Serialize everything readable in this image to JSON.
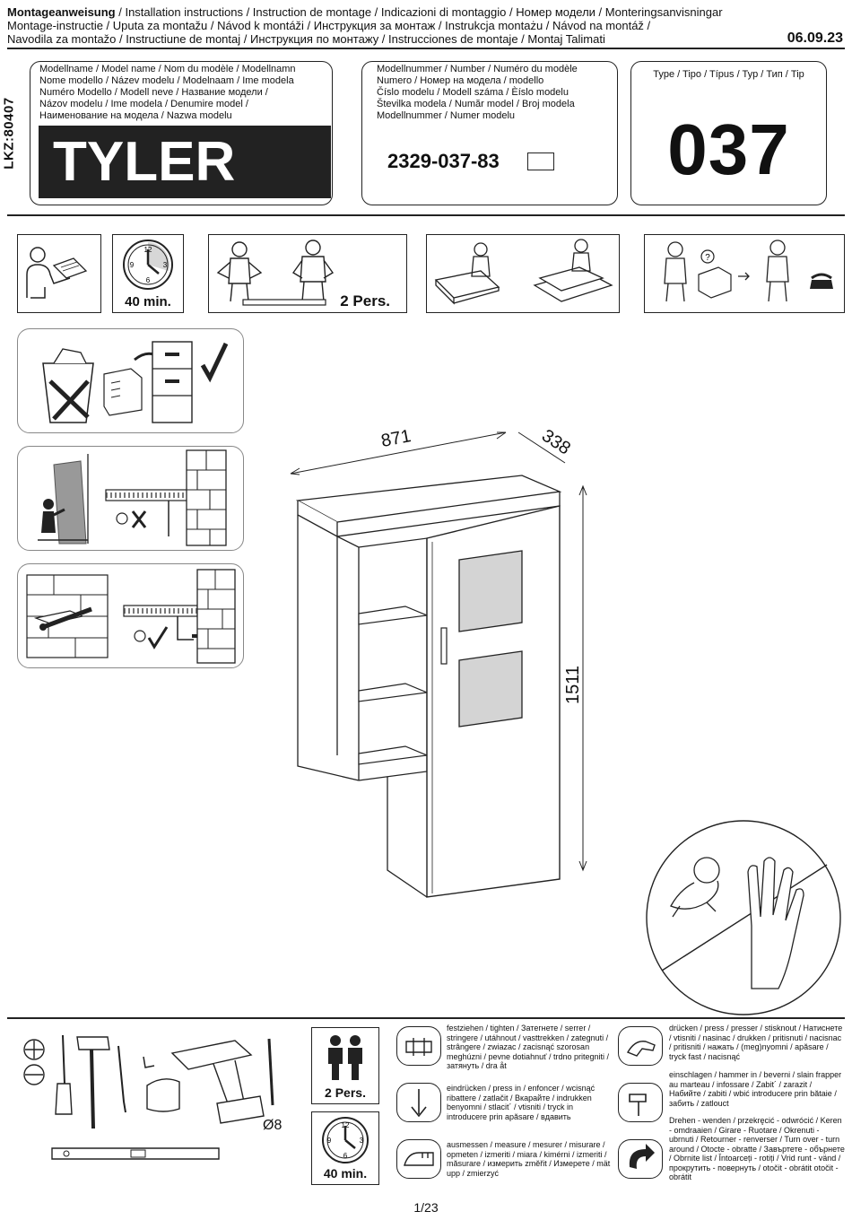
{
  "header": {
    "line1_bold": "Montageanweisung",
    "line1_rest": " / Installation instructions / Instruction de montage / Indicazioni di montaggio / Номер модели / Monteringsanvisningar",
    "line2": "Montage-instructie / Uputa za montažu / Návod k montáži / Инструкция за монтаж / Instrukcja montażu / Návod na montáž /",
    "line3": "Navodila za montažo / Instructiune de montaj / Инструкция по монтажу / Instrucciones de montaje / Montaj Talimati",
    "date": "06.09.23"
  },
  "lkz": "LKZ:80407",
  "model_name": {
    "labels": [
      "Modellname / Model name / Nom du modèle / Modellnamn",
      "Nome modello / Název modelu / Modelnaam / Ime modela",
      "Numéro Modello / Modell neve / Название модели /",
      "Názov modelu / Ime modela / Denumire model /",
      "Наименование на модела / Nazwa modelu"
    ],
    "value": "TYLER"
  },
  "model_number": {
    "labels": [
      "Modellnummer / Number / Numéro du modèle",
      "Numero / Номер на модела / modello",
      "Číslo modelu / Modell száma / Èíslo modelu",
      "Številka modela / Număr model / Broj modela",
      "Modellnummer / Numer modelu"
    ],
    "value": "2329-037-83"
  },
  "type": {
    "label": "Type / Tipo / Típus / Typ / Тип / Tip",
    "value": "037"
  },
  "pictograms": {
    "time": "40 min.",
    "persons": "2 Pers.",
    "clock_numbers": [
      "12",
      "3",
      "6",
      "9"
    ]
  },
  "dimensions": {
    "width": "871",
    "depth": "338",
    "height": "1511"
  },
  "tools": {
    "drill_size": "Ø8",
    "persons": "2 Pers.",
    "time": "40 min."
  },
  "legend": [
    {
      "icon": "strap-tighten-icon",
      "text": "festziehen / tighten / Затегнете / serrer / stringere / utáhnout / vasttrekken / zategnuti / strângere / zwiazac / zacisnąć szorosan meghúzni / pevne dotiahnuť / trdno pritegniti / затянуть / dra åt"
    },
    {
      "icon": "press-in-icon",
      "text": "eindrücken / press in / enfoncer / wcisnąć ribattere / zatlačit / Вкарайте / indrukken benyomni / stlacit´ / vtisniti / tryck in introducere prin apăsare / вдавить"
    },
    {
      "icon": "measure-icon",
      "text": "ausmessen / measure / mesurer / misurare / opmeten / izmeriti / miara / kimérni / izmeriti / măsurare / измерить změřit / Измерете / mät upp / zmierzyć"
    },
    {
      "icon": "hand-press-icon",
      "text": "drücken / press / presser / stisknout / Натиснете / vtisniti / nasinac / drukken / pritisnuti / nacisnac / pritisniti / нажать / (meg)nyomni / apăsare / tryck fast / nacisnąć"
    },
    {
      "icon": "hammer-icon",
      "text": "einschlagen / hammer in / beverni / slain frapper au marteau / infossare / Zabit´ / zarazit / Набийте / zabiti / wbić introducere prin bătaie / забить / zatlouct"
    },
    {
      "icon": "rotate-icon",
      "text": "Drehen - wenden / przekręcić - odwrócić / Keren - omdraaien / Girare - Ruotare / Okrenuti - ubrnuti / Retourner - renverser / Turn over - turn around / Otocte - obratte / Завъртете - обърнете / Obrnite list / Întoarceți - rotiți / Vrid runt - vänd / прокрутить - повернуть / otočit - obrátit otočit - obrátit"
    }
  ],
  "page": "1/23"
}
